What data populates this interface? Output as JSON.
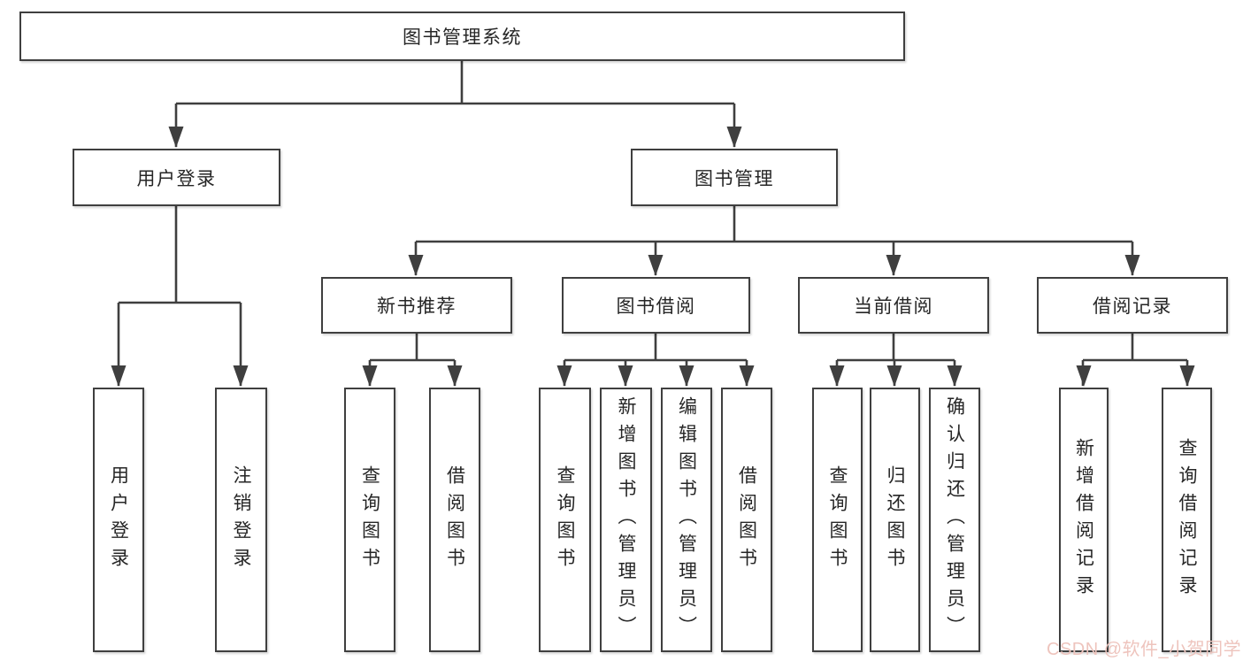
{
  "colors": {
    "line": "#3f3f3f",
    "box_border": "#3f3f3f",
    "box_fill": "#ffffff",
    "text": "#262626",
    "background": "#ffffff"
  },
  "watermark": {
    "text": "CSDN @软件_小贺同学",
    "color": "#eec4bd"
  },
  "diagram": {
    "type": "tree",
    "root": {
      "label": "图书管理系统"
    },
    "level2": [
      {
        "label": "用户登录",
        "parent": "图书管理系统"
      },
      {
        "label": "图书管理",
        "parent": "图书管理系统"
      }
    ],
    "level3": [
      {
        "label": "新书推荐",
        "parent": "图书管理"
      },
      {
        "label": "图书借阅",
        "parent": "图书管理"
      },
      {
        "label": "当前借阅",
        "parent": "图书管理"
      },
      {
        "label": "借阅记录",
        "parent": "图书管理"
      }
    ],
    "leaves": [
      {
        "label": "用户登录",
        "parent": "用户登录"
      },
      {
        "label": "注销登录",
        "parent": "用户登录"
      },
      {
        "label": "查询图书",
        "parent": "新书推荐"
      },
      {
        "label": "借阅图书",
        "parent": "新书推荐"
      },
      {
        "label": "查询图书",
        "parent": "图书借阅"
      },
      {
        "label": "新增图书（管理员）",
        "parent": "图书借阅"
      },
      {
        "label": "编辑图书（管理员）",
        "parent": "图书借阅"
      },
      {
        "label": "借阅图书",
        "parent": "图书借阅"
      },
      {
        "label": "查询图书",
        "parent": "当前借阅"
      },
      {
        "label": "归还图书",
        "parent": "当前借阅"
      },
      {
        "label": "确认归还（管理员）",
        "parent": "当前借阅"
      },
      {
        "label": "新增借阅记录",
        "parent": "借阅记录"
      },
      {
        "label": "查询借阅记录",
        "parent": "借阅记录"
      }
    ]
  }
}
